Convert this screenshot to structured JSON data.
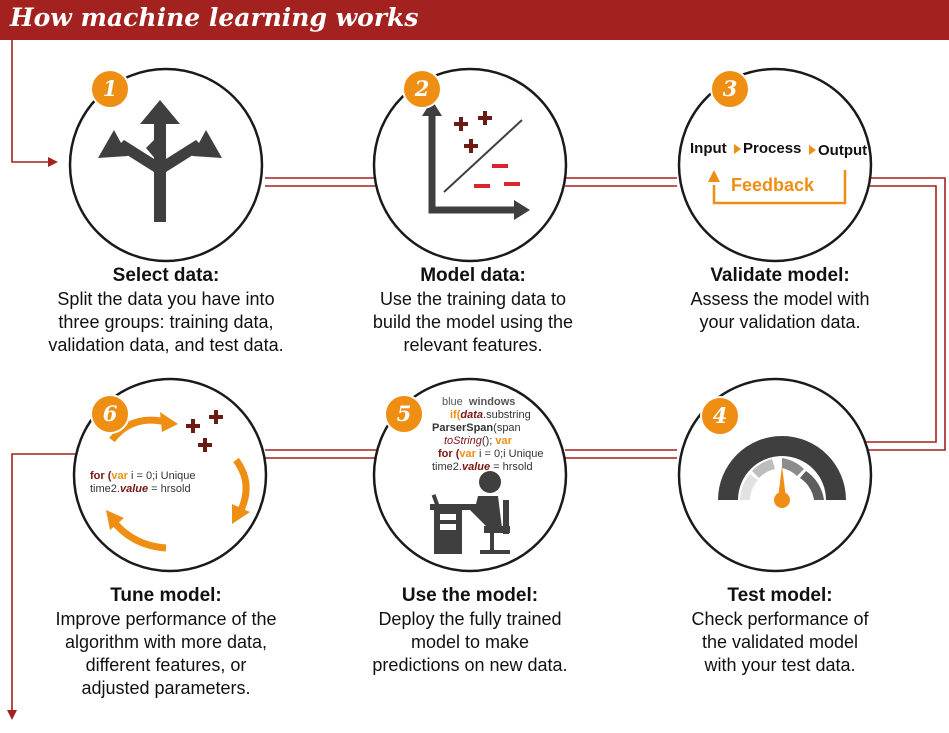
{
  "header": {
    "title": "How machine learning works"
  },
  "steps": [
    {
      "number": "1",
      "title": "Select data:",
      "description": "Split the data you have into\nthree groups: training data,\nvalidation data, and test data."
    },
    {
      "number": "2",
      "title": "Model data:",
      "description": "Use the training data to\nbuild the model using the\nrelevant features."
    },
    {
      "number": "3",
      "title": "Validate model:",
      "description": "Assess the model with\nyour validation data."
    },
    {
      "number": "4",
      "title": "Test model:",
      "description": "Check performance of\nthe validated model\nwith your test data."
    },
    {
      "number": "5",
      "title": "Use the model:",
      "description": "Deploy the fully trained\nmodel to make\npredictions on new data."
    },
    {
      "number": "6",
      "title": "Tune model:",
      "description": "Improve performance of the\nalgorithm with more data,\ndifferent features, or\nadjusted parameters."
    }
  ],
  "validate_graphic": {
    "input": "Input",
    "process": "Process",
    "output": "Output",
    "feedback": "Feedback"
  },
  "code_use": {
    "l1a": "blue",
    "l1b": "windows",
    "l2a": "if(",
    "l2b": "data",
    "l2c": ".substring",
    "l3a": "ParserSpan",
    "l3b": "(span",
    "l4a": "toString",
    "l4b": "(); ",
    "l4c": "var",
    "l5a": "for (",
    "l5b": "var",
    "l5c": " i = 0;i Unique",
    "l6a": "time2.",
    "l6b": "value",
    "l6c": " = hrsold"
  },
  "code_tune": {
    "l1a": "for (",
    "l1b": "var",
    "l1c": " i = 0;i Unique",
    "l2a": "time2.",
    "l2b": "value",
    "l2c": " = hrsold"
  },
  "colors": {
    "banner": "#a3211f",
    "accent": "#ee8f14",
    "connector": "#a3211f",
    "plus": "#6b1a14",
    "minus": "#d9262e",
    "icon": "#3f3f3f"
  }
}
